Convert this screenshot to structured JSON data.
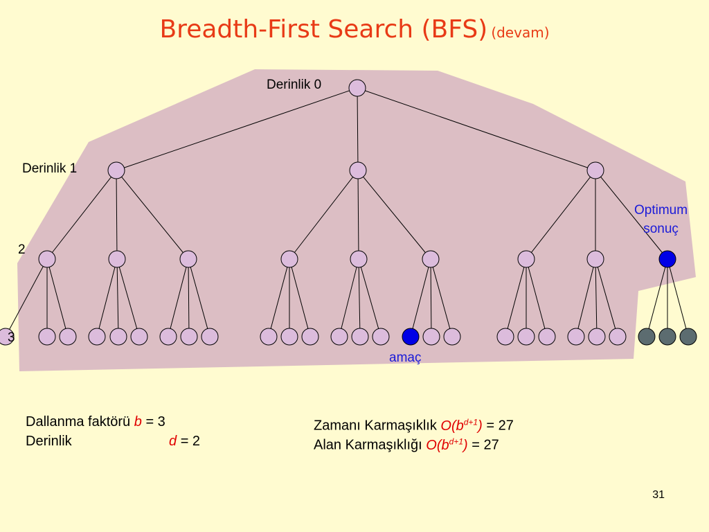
{
  "title": {
    "main": "Breadth-First Search (BFS)",
    "sub": "(devam)"
  },
  "labels": {
    "depth0": "Derinlik 0",
    "depth1": "Derinlik 1",
    "depth2": "2",
    "depth3": "3",
    "optimum_line1": "Optimum",
    "optimum_line2": "sonuç",
    "goal": "amaç"
  },
  "info": {
    "branching_label": "Dallanma faktörü",
    "branching_var": "b",
    "branching_eq": "=  3",
    "depth_label": "Derinlik",
    "depth_var": "d",
    "depth_eq": "=  2",
    "time_label": "Zamanı Karmaşıklık",
    "time_formula": "O(b",
    "time_exp": "d+1",
    "time_close": ")",
    "time_result": "= 27",
    "space_label": "Alan Karmaşıklığı",
    "space_formula": "O(b",
    "space_exp": "d+1",
    "space_close": ")",
    "space_result": "= 27"
  },
  "page_number": "31",
  "colors": {
    "region": "#dcbec4",
    "node": "#dcbcdc",
    "goal": "#0000e6",
    "unexpanded": "#5c6c70",
    "title": "#e83a16",
    "background": "#fffbd0"
  },
  "tree": {
    "branching": 3,
    "depth": 3
  }
}
